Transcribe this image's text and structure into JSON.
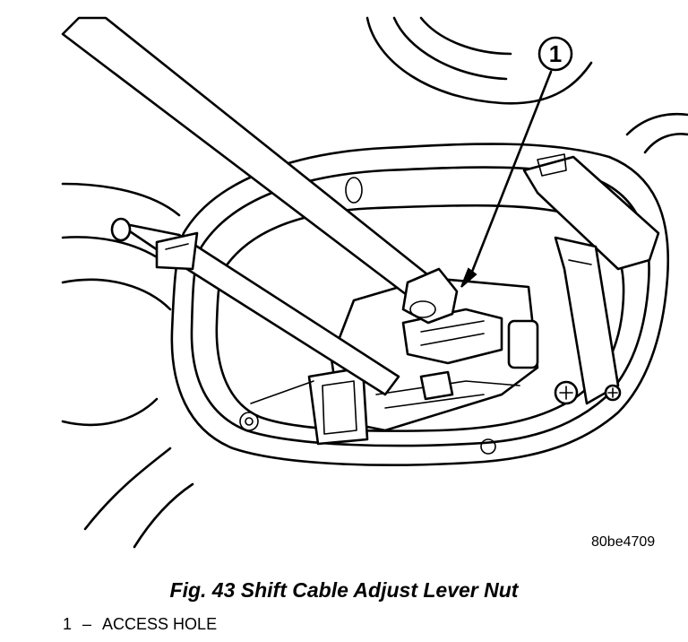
{
  "callout": {
    "number": "1"
  },
  "figure_id": "80be4709",
  "caption": "Fig. 43 Shift Cable Adjust Lever Nut",
  "legend": [
    {
      "number": "1",
      "separator": "–",
      "label": "ACCESS HOLE"
    }
  ]
}
